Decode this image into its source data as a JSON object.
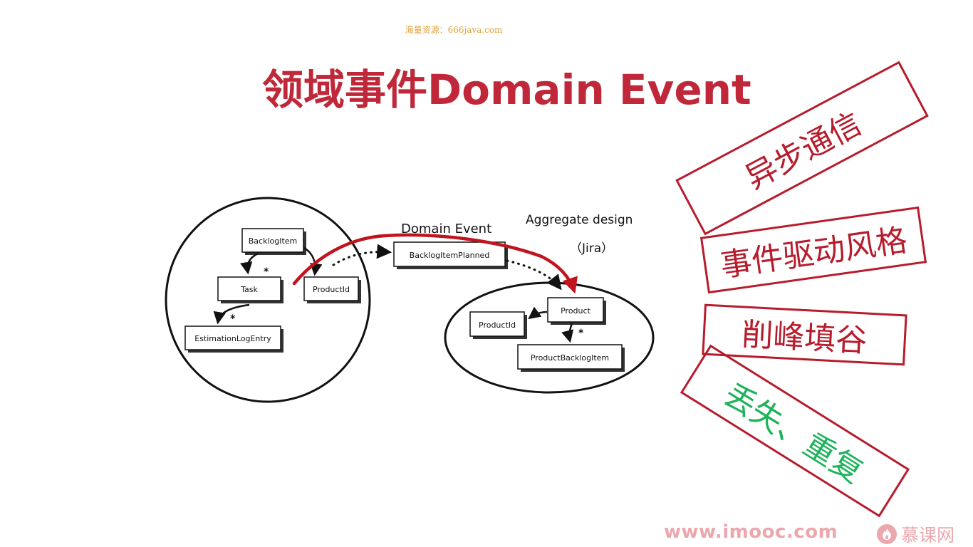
{
  "watermark": "海量资源：666java.com",
  "title": "领域事件Domain Event",
  "diagram": {
    "left_aggregate": {
      "root": "BacklogItem",
      "child": "Task",
      "ref": "ProductId",
      "grandchild": "EstimationLogEntry",
      "multiplicity": "*"
    },
    "event_label": "Domain Event",
    "event_box": "BacklogItemPlanned",
    "aggregate_label": "Aggregate design",
    "jira_label": "（Jira）",
    "right_aggregate": {
      "root": "Product",
      "ref": "ProductId",
      "child": "ProductBacklogItem",
      "multiplicity": "*"
    }
  },
  "stamps": [
    {
      "text": "异步通信",
      "color": "red"
    },
    {
      "text": "事件驱动风格",
      "color": "red"
    },
    {
      "text": "削峰填谷",
      "color": "red"
    },
    {
      "text": "丢失、重复",
      "color": "green"
    }
  ],
  "footer": {
    "url": "www.imooc.com",
    "brand": "慕课网"
  },
  "colors": {
    "title": "#c0283a",
    "stamp_border": "#b71c2c",
    "stamp_green": "#1db35b",
    "footer": "#eca7ad",
    "watermark": "#e0a23a"
  }
}
